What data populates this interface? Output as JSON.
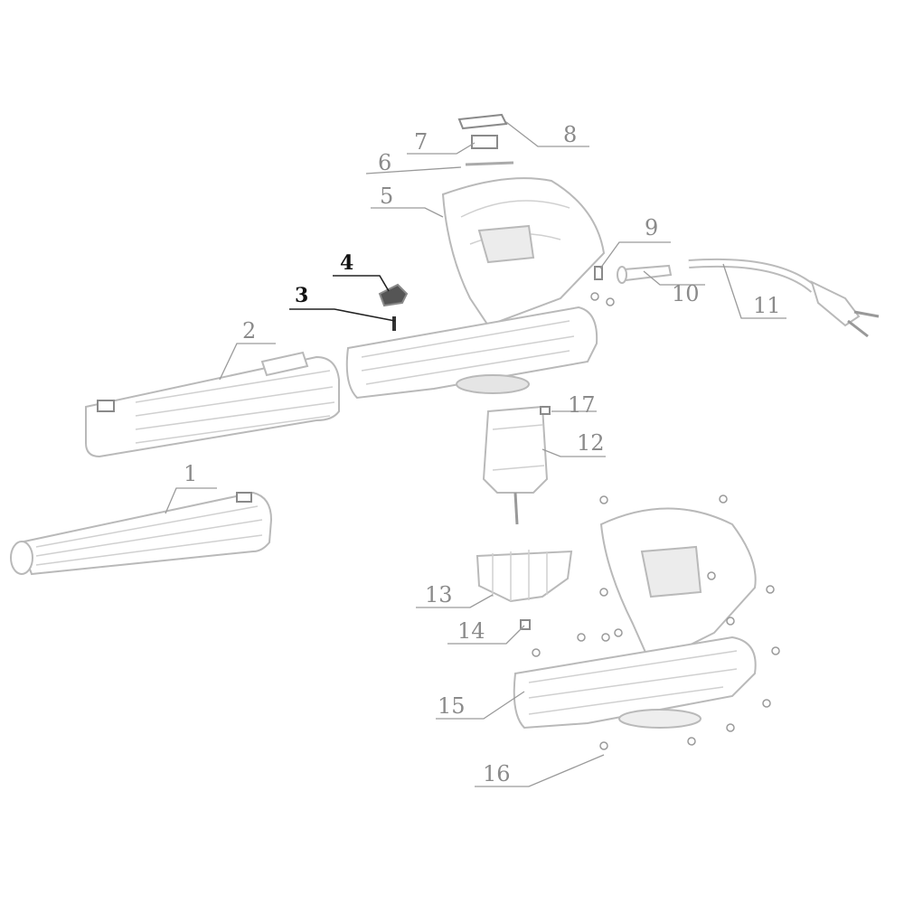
{
  "diagram": {
    "type": "exploded-parts-view",
    "parts": [
      {
        "number": "1"
      },
      {
        "number": "2"
      },
      {
        "number": "3"
      },
      {
        "number": "4"
      },
      {
        "number": "5"
      },
      {
        "number": "6"
      },
      {
        "number": "7"
      },
      {
        "number": "8"
      },
      {
        "number": "9"
      },
      {
        "number": "10"
      },
      {
        "number": "11"
      },
      {
        "number": "12"
      },
      {
        "number": "13"
      },
      {
        "number": "14"
      },
      {
        "number": "15"
      },
      {
        "number": "16"
      },
      {
        "number": "17"
      }
    ]
  }
}
